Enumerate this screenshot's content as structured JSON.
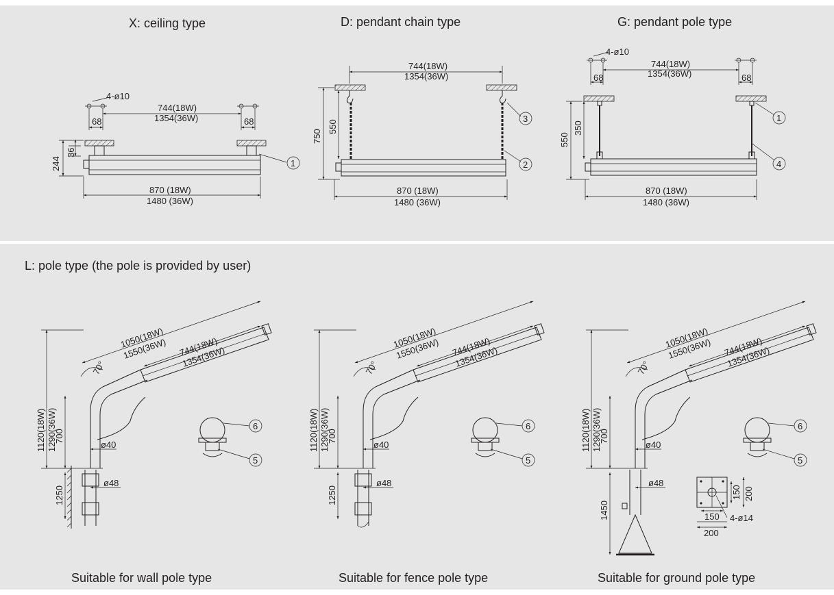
{
  "top": {
    "ceiling": {
      "title": "X: ceiling type",
      "hole": "4-ø10",
      "spacing": "744(18W)",
      "spacing2": "1354(36W)",
      "offset_l": "68",
      "offset_r": "68",
      "height_a": "36",
      "height_b": "244",
      "length": "870 (18W)",
      "length2": "1480 (36W)",
      "callout": "1"
    },
    "chain": {
      "title": "D: pendant chain type",
      "spacing": "744(18W)",
      "spacing2": "1354(36W)",
      "height_a": "750",
      "height_b": "550",
      "length": "870 (18W)",
      "length2": "1480 (36W)",
      "callout_hook": "3",
      "callout_chain": "2"
    },
    "pole": {
      "title": "G: pendant pole type",
      "hole": "4-ø10",
      "spacing": "744(18W)",
      "spacing2": "1354(36W)",
      "offset_l": "68",
      "offset_r": "68",
      "height_a": "550",
      "height_b": "350",
      "length": "870 (18W)",
      "length2": "1480 (36W)",
      "callout_mount": "1",
      "callout_rod": "4"
    }
  },
  "bottom": {
    "heading": "L: pole type (the pole is provided by user)",
    "common": {
      "len1": "1050(18W)",
      "len1b": "1550(36W)",
      "len2": "744(18W)",
      "len2b": "1354(36W)",
      "angle": "70°",
      "height1": "1120(18W)",
      "height1b": "1290(36W)",
      "height2": "700",
      "dia_arm": "ø40",
      "dia_pole": "ø48",
      "callout_clamp": "6",
      "callout_base": "5"
    },
    "wall": {
      "caption": "Suitable for wall pole type",
      "height3": "1250"
    },
    "fence": {
      "caption": "Suitable for fence pole type",
      "height3": "1250"
    },
    "ground": {
      "caption": "Suitable for ground pole type",
      "height3": "1450",
      "plate_a": "150",
      "plate_b": "200",
      "plate_c": "150",
      "plate_d": "200",
      "plate_hole": "4-ø14"
    }
  }
}
